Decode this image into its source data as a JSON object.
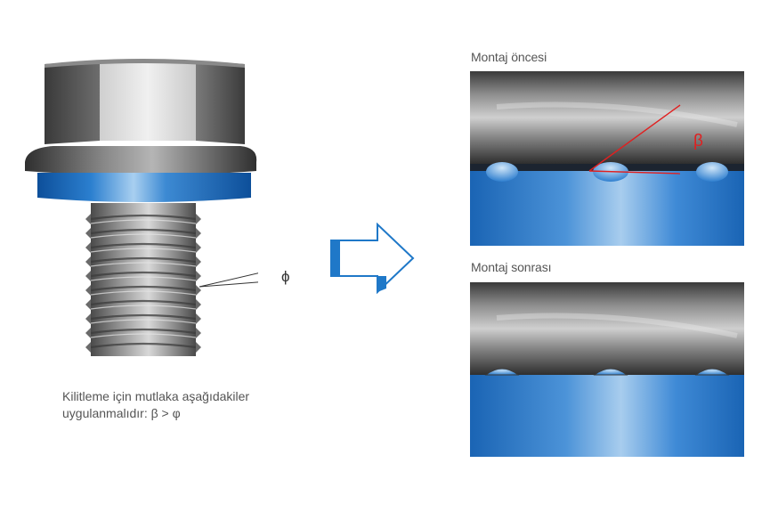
{
  "caption": {
    "line1": "Kilitleme için mutlaka aşağıdakiler",
    "line2": "uygulanmalıdır: β > φ"
  },
  "phi_label": "ϕ",
  "panels": {
    "before": {
      "title": "Montaj öncesi",
      "angle_label": "β"
    },
    "after": {
      "title": "Montaj sonrası"
    }
  },
  "colors": {
    "blue": "#1e6fc0",
    "blue_light": "#8fbde6",
    "steel_dark": "#3e3e3e",
    "steel_light": "#b8b8b8",
    "angle_red": "#e02020",
    "arrow_blue": "#1f78c8"
  },
  "icons": {
    "bolt": "hex-flange-bolt",
    "arrow": "right-arrow-outline"
  }
}
